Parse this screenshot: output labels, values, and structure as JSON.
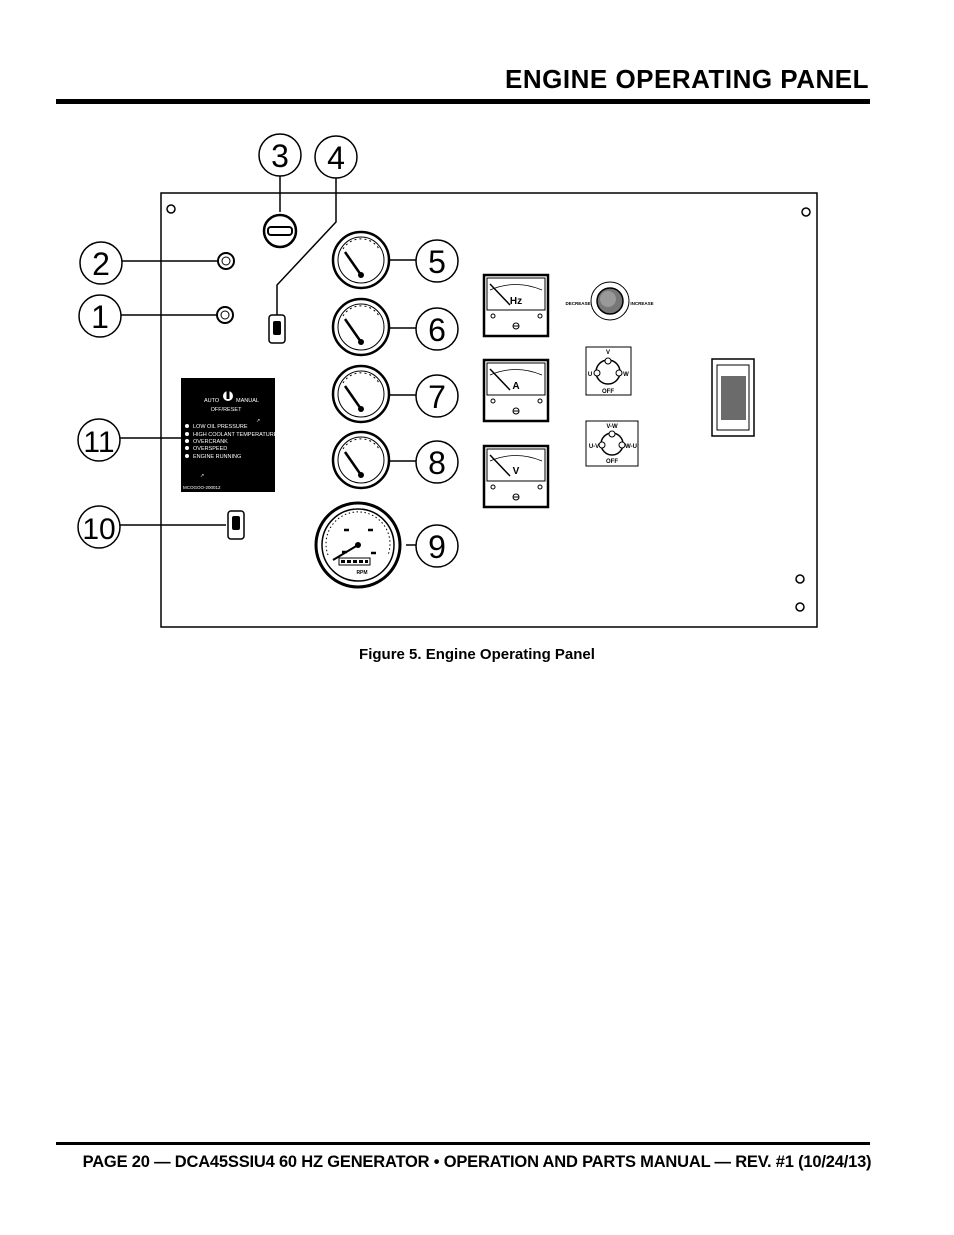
{
  "header": {
    "title": "ENGINE OPERATING PANEL"
  },
  "figure": {
    "caption": "Figure 5. Engine Operating Panel",
    "callouts": [
      "1",
      "2",
      "3",
      "4",
      "5",
      "6",
      "7",
      "8",
      "9",
      "10",
      "11"
    ],
    "controller": {
      "auto": "AUTO",
      "manual": "MANUAL",
      "off_reset": "OFF/RESET",
      "alarms": [
        "LOW OIL PRESSURE",
        "HIGH COOLANT TEMPERATURE",
        "OVERCRANK",
        "OVERSPEED",
        "ENGINE RUNNING"
      ],
      "model": "MCOGOO-200012"
    },
    "meters": {
      "hz": "Hz",
      "amps": "A",
      "volts": "V"
    },
    "voltage_regulator": {
      "decrease": "DECREASE",
      "increase": "INCREASE"
    },
    "ammeter_switch": {
      "top": "V",
      "left": "U",
      "right": "W",
      "off": "OFF"
    },
    "voltmeter_switch": {
      "top": "V-W",
      "left": "U-V",
      "right": "W-U",
      "off": "OFF"
    },
    "tach_unit": "RPM"
  },
  "footer": {
    "text": "PAGE 20 — DCA45SSIU4 60 HZ GENERATOR • OPERATION AND PARTS MANUAL — REV. #1 (10/24/13)"
  }
}
